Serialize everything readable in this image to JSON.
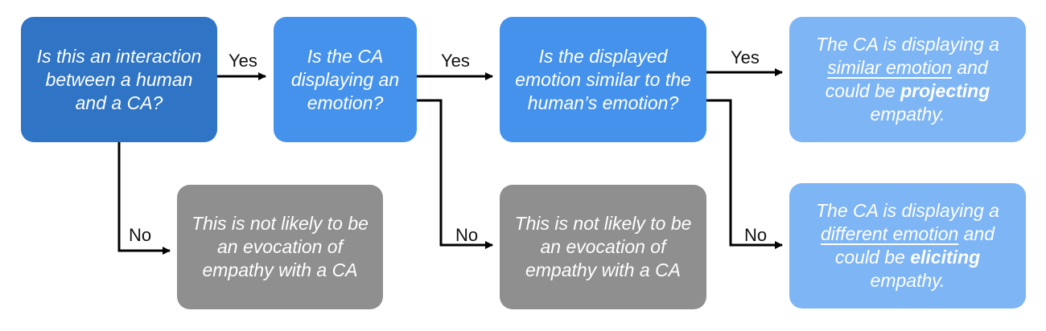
{
  "nodes": {
    "q1": {
      "text": "Is this an interaction between a human and a CA?"
    },
    "q2": {
      "text": "Is the CA displaying an emotion?"
    },
    "q3": {
      "text": "Is the displayed emotion similar to the human’s emotion?"
    },
    "r1": {
      "pre": "The CA is displaying a ",
      "emph": "similar emotion",
      "mid": " and could be ",
      "strong": "projecting",
      "post": " empathy."
    },
    "n1": {
      "text": "This is not likely to be an evocation of empathy with a CA"
    },
    "n2": {
      "text": "This is not likely to be an evocation of empathy with a CA"
    },
    "r2": {
      "pre": "The CA is displaying a ",
      "emph": "different emotion",
      "mid": " and could be ",
      "strong": "eliciting",
      "post": " empathy."
    }
  },
  "edges": {
    "q1_q2": "Yes",
    "q2_q3": "Yes",
    "q3_r1": "Yes",
    "q1_n1": "No",
    "q2_n2": "No",
    "q3_r2": "No"
  },
  "colors": {
    "dark_blue": "#2f74c5",
    "mid_blue": "#4592ec",
    "light_blue": "#7eb5f5",
    "gray": "#8f8f8f",
    "line": "#000000"
  }
}
